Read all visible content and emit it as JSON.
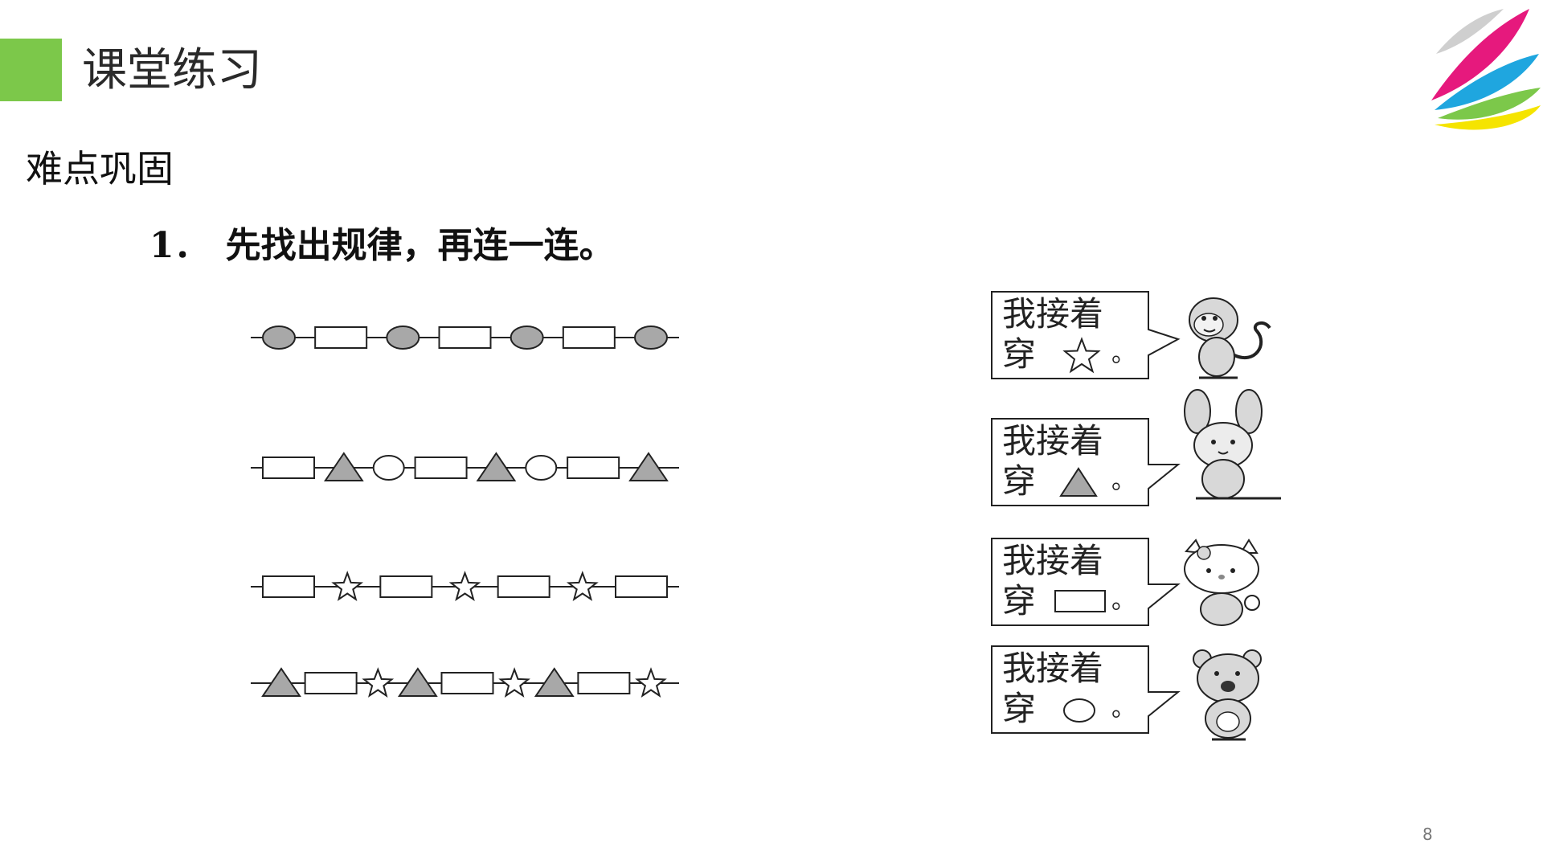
{
  "header": {
    "title": "课堂练习",
    "accent_color": "#7cc84a"
  },
  "section": {
    "subheading": "难点巩固"
  },
  "question": {
    "number": "1．",
    "text": "先找出规律，再连一连。"
  },
  "bead_rows": [
    [
      "circle",
      "rect",
      "circle",
      "rect",
      "circle",
      "rect",
      "circle"
    ],
    [
      "rect",
      "triangle",
      "circle-outline",
      "rect",
      "triangle",
      "circle-outline",
      "rect",
      "triangle"
    ],
    [
      "rect",
      "star",
      "rect",
      "star",
      "rect",
      "star",
      "rect"
    ],
    [
      "triangle",
      "rect",
      "star",
      "triangle",
      "rect",
      "star",
      "triangle",
      "rect",
      "star"
    ]
  ],
  "bubbles": [
    {
      "line1": "我接着",
      "line2": "穿",
      "shape": "star-icon",
      "end": "。",
      "animal": "monkey-icon"
    },
    {
      "line1": "我接着",
      "line2": "穿",
      "shape": "triangle-icon",
      "end": "。",
      "animal": "rabbit-icon"
    },
    {
      "line1": "我接着",
      "line2": "穿",
      "shape": "rectangle-icon",
      "end": "。",
      "animal": "cat-icon"
    },
    {
      "line1": "我接着",
      "line2": "穿",
      "shape": "circle-icon",
      "end": "。",
      "animal": "bear-icon"
    }
  ],
  "page": {
    "number": "8"
  }
}
